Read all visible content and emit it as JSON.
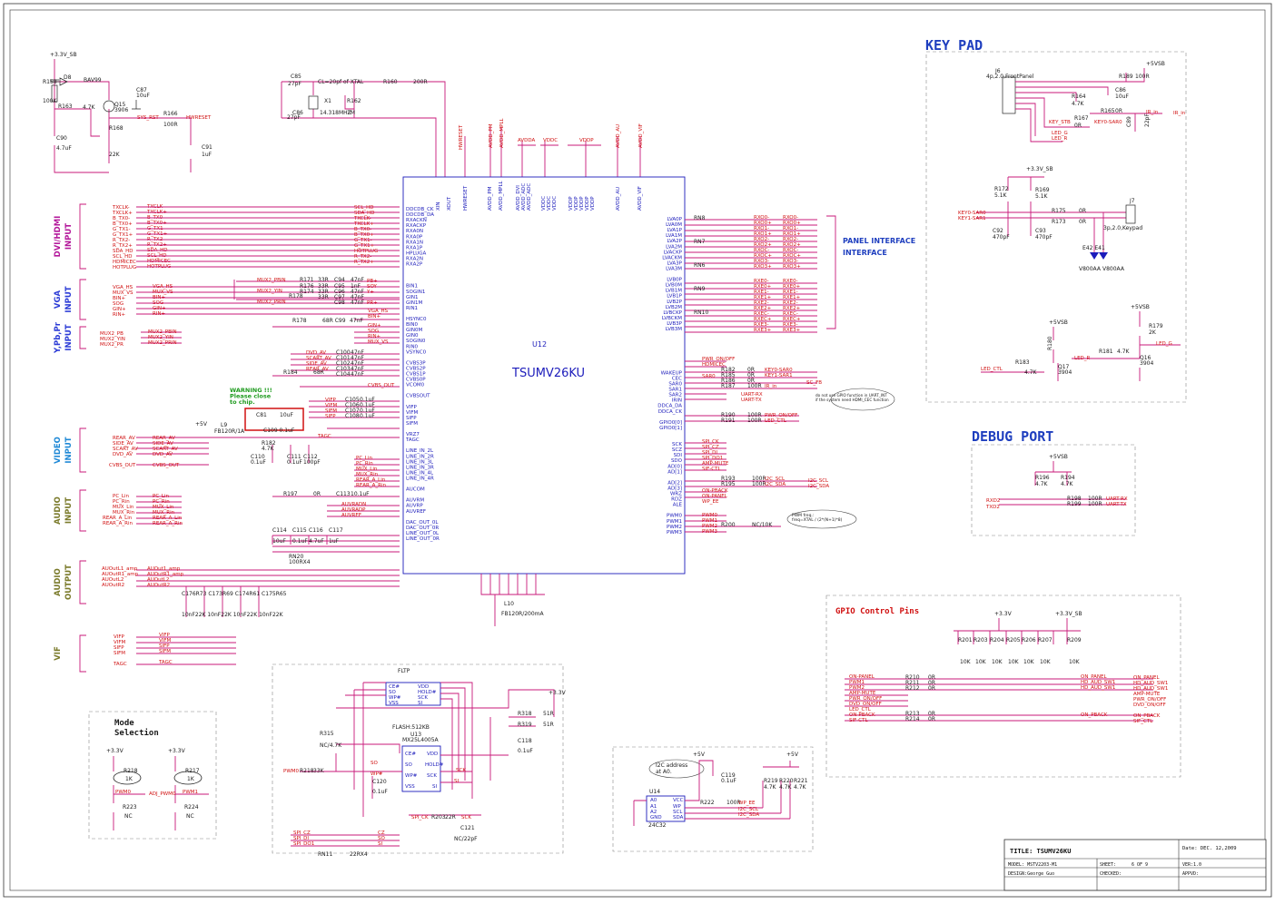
{
  "title_block": {
    "title": "TITLE: TSUMV26KU",
    "date": "Date:  DEC. 12,2009",
    "model": "MODEL: MSTV2203-M1",
    "sheet": "SHEET:",
    "sheet_num": "6  OF  9",
    "ver": "VER:1.0",
    "design": "DESIGN:George Guo",
    "checked": "CHECKED:",
    "appvd": "APPVD:"
  },
  "sections": {
    "keypad": "KEY PAD",
    "debug": "DEBUG PORT",
    "gpio": "GPIO Control Pins",
    "mode": "Mode\nSelection",
    "panel": "PANEL\nINTERFACE",
    "flash_title": "FLTP",
    "flash_size": "FLASH:512KB"
  },
  "left_groups": [
    {
      "label": "DVI/HDMI\nINPUT",
      "color": "#b3169a"
    },
    {
      "label": "VGA\nINPUT",
      "color": "#2b3bd6"
    },
    {
      "label": "Y,Pb,Pr\nINPUT",
      "color": "#2b3bd6"
    },
    {
      "label": "VIDEO\nINPUT",
      "color": "#1e88d6"
    },
    {
      "label": "AUDIO\nINPUT",
      "color": "#7a7a2a"
    },
    {
      "label": "AUDIO\nOUTPUT",
      "color": "#7a7a2a"
    },
    {
      "label": "VIF",
      "color": "#7a7a2a"
    }
  ],
  "chip": {
    "ref": "U12",
    "name": "TSUMV26KU"
  },
  "chip_left_pins": [
    "DDCDB_CK",
    "DDCDB_DA",
    "RXACKN",
    "RXACKP",
    "RXA0N",
    "RXA0P",
    "RXA1N",
    "RXA1P",
    "HPLUGA",
    "RXA2N",
    "RXA2P",
    "",
    "",
    "",
    "BIN1",
    "SOGIN1",
    "GIN1",
    "GIN1M",
    "RIN1",
    "",
    "HSYNC0",
    "BIN0",
    "GIN0M",
    "GIN0",
    "SOGIN0",
    "RIN0",
    "VSYNC0",
    "",
    "CVBS3P",
    "CVBS2P",
    "CVBS1P",
    "CVBS0P",
    "VCOM0",
    "",
    "CVBSOUT",
    "",
    "VIFP",
    "VIFM",
    "SIFP",
    "SIFM",
    "",
    "VRZ7",
    "TAGC",
    "",
    "LINE_IN_2L",
    "LINE_IN_2R",
    "LINE_IN_3L",
    "LINE_IN_3R",
    "LINE_IN_4L",
    "LINE_IN_4R",
    "",
    "AUCOM",
    "",
    "AUVRM",
    "AUVRP",
    "AUVREF",
    "",
    "DAC_OUT_0L",
    "DAC_OUT_0R",
    "LINE_OUT_0L",
    "LINE_OUT_0R"
  ],
  "chip_right_pins": [
    "LVA0P",
    "LVA0M",
    "LVA1P",
    "LVA1M",
    "LVA2P",
    "LVA2M",
    "LVACKP",
    "LVACKM",
    "LVA3P",
    "LVA3M",
    "",
    "LVB0P",
    "LVB0M",
    "LVB1M",
    "LVB1P",
    "LVB2P",
    "LVB2M",
    "LVBCKP",
    "LVBCKM",
    "LVB3P",
    "LVB3M",
    "",
    "",
    "",
    "",
    "",
    "",
    "",
    "WAKEUP",
    "CEC",
    "SAR0",
    "SAR1",
    "SAR2",
    "IRIN",
    "DDCA_DA",
    "DDCA_CK",
    "",
    "GPIO0[0]",
    "GPIO0[1]",
    "",
    "",
    "SCK",
    "SCZ",
    "SDI",
    "SDO",
    "AD[0]",
    "AD[1]",
    "",
    "AD[2]",
    "AD[3]",
    "WRZ",
    "RDZ",
    "ALE",
    "",
    "PWM0",
    "PWM1",
    "PWM2",
    "PWM3"
  ],
  "chip_top_pins": [
    "XIN",
    "XOUT",
    "HWRESET",
    "AVDD_PM",
    "AVDD_MPLL",
    "AVDD_DVI",
    "AVDD_ADC",
    "AVDD_ADC",
    "VDDC",
    "VDDC",
    "VDDC",
    "VDDP",
    "VDDP",
    "VDDP",
    "VDDP",
    "VDDP",
    "AVDD_AU",
    "AVDD_VIF"
  ],
  "nets_left": [
    "TXCLK-",
    "TXCLK+",
    "B_TX0-",
    "B_TX0+",
    "G_TX1-",
    "G_TX1+",
    "R_TX2-",
    "R_TX2+",
    "SDA_HD",
    "SCL_HD",
    "HDMICEC",
    "HOTPLUG"
  ],
  "nets_red_right": [
    "RXO0-",
    "RXO0+",
    "RXO1-",
    "RXO1+",
    "RXO2-",
    "RXO2+",
    "RXOC-",
    "RXOC+",
    "RXO3-",
    "RXO3+",
    "RXE0-",
    "RXE0+",
    "RXE1-",
    "RXE1+",
    "RXE2-",
    "RXE2+",
    "RXEC-",
    "RXEC+",
    "RXE3-",
    "RXE3+"
  ],
  "warning": "WARNING !!!\nPlease close\nto chip.",
  "labels": {
    "crystal": "14.318MHZ",
    "xtal_note": "CL=20pf of XTAL",
    "pwm_note": "PWM freq.:\nfreq=XTAL / (2*(N+1)*8)",
    "gpio_note": "do not use GPIO function in UART_INT\nif the system need HDMI_CEC function",
    "i2c_note": "I2C address\nat A0.",
    "eeprom": "24C32",
    "flash_chip": "MX25L4005A",
    "keypad_conn": "4p,2.0,FrontPanel",
    "keypad_conn2": "3p,2.0,Keypad",
    "b_supply": "+3.3V_SB"
  }
}
